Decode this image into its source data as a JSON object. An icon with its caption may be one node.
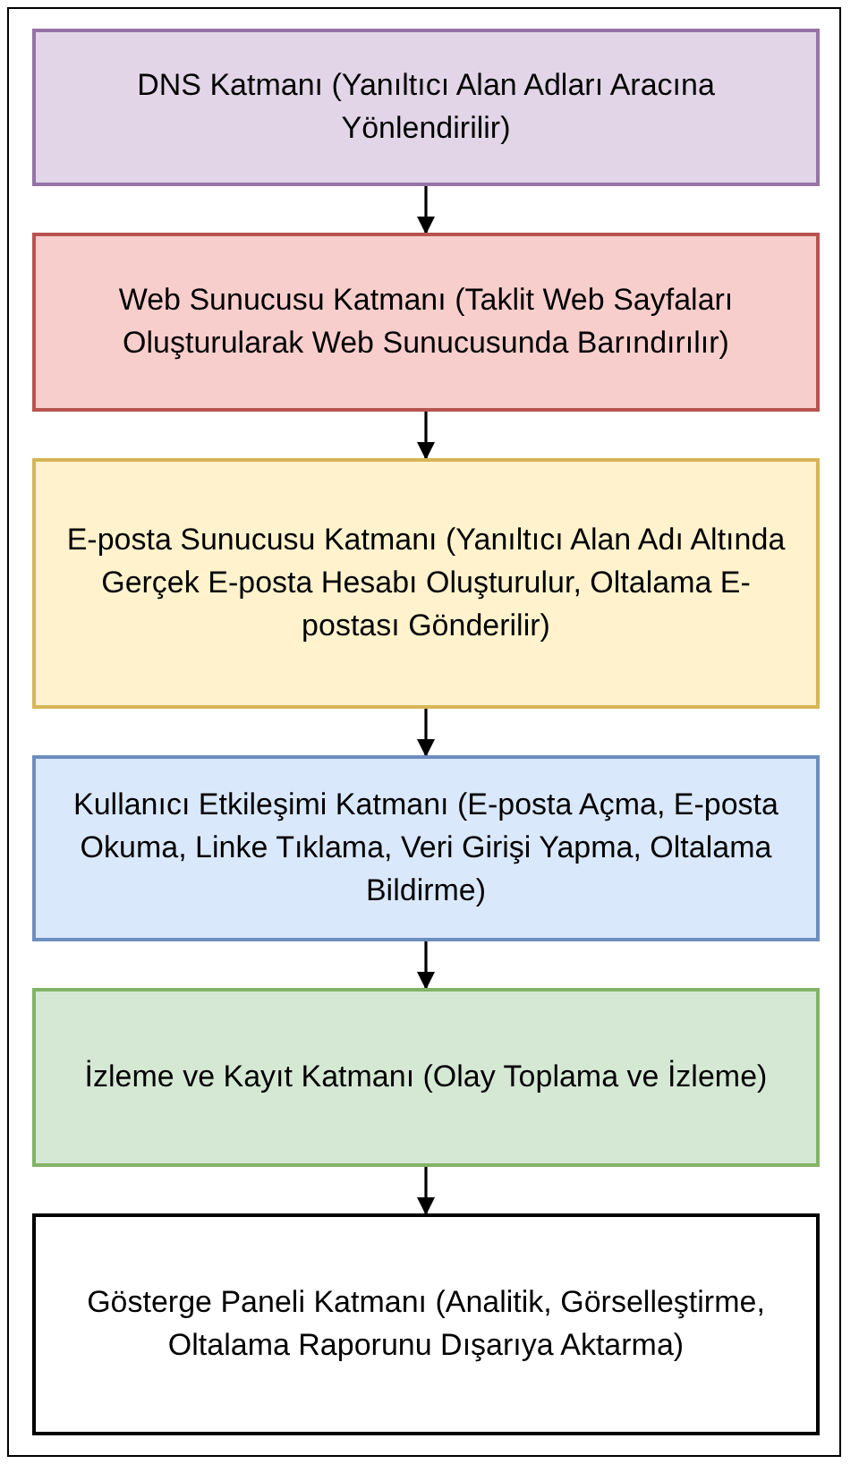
{
  "diagram": {
    "nodes": [
      {
        "text": [
          "DNS Katmanı (Yanıltıcı Alan Adları Aracına Yönlendirilir)"
        ]
      },
      {
        "text": [
          "Web Sunucusu Katmanı (Taklit Web Sayfaları Oluşturularak Web Sunucusunda Barındırılır)"
        ]
      },
      {
        "text": [
          "E-posta Sunucusu Katmanı (Yanıltıcı Alan Adı Altında Gerçek E-posta Hesabı Oluşturulur, Oltalama E-postası Gönderilir)"
        ]
      },
      {
        "text": [
          "Kullanıcı Etkileşimi Katmanı (E-posta Açma, E-posta Okuma, Linke Tıklama, Veri Girişi Yapma, Oltalama Bildirme)"
        ]
      },
      {
        "text": [
          "İzleme ve Kayıt Katmanı (Olay Toplama ve İzleme)"
        ]
      },
      {
        "text": [
          "Gösterge Paneli Katmanı (Analitik, Görselleştirme, Oltalama Raporunu Dışarıya Aktarma)"
        ]
      }
    ],
    "edges": [
      {
        "from": 0,
        "to": 1,
        "arrow": "to"
      },
      {
        "from": 1,
        "to": 2,
        "arrow": "to"
      },
      {
        "from": 2,
        "to": 3,
        "arrow": "to"
      },
      {
        "from": 3,
        "to": 4,
        "arrow": "to"
      },
      {
        "from": 4,
        "to": 5,
        "arrow": "to"
      }
    ]
  }
}
